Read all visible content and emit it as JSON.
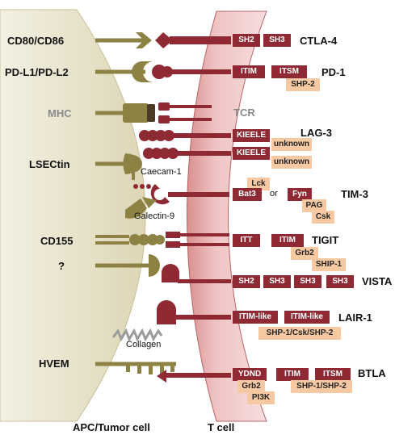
{
  "apc_label": "APC/Tumor cell",
  "tcell_label": "T cell",
  "ligands": [
    "CD80/CD86",
    "PD-L1/PD-L2",
    "MHC",
    "LSECtin",
    "CD155",
    "?",
    "HVEM"
  ],
  "receptors": [
    "CTLA-4",
    "PD-1",
    "TCR",
    "LAG-3",
    "TIM-3",
    "TIGIT",
    "VISTA",
    "LAIR-1",
    "BTLA"
  ],
  "connectors": {
    "or": "or"
  },
  "molecules": {
    "caecam1": "Caecam-1",
    "galectin9": "Galectin-9",
    "collagen": "Collagen"
  },
  "motifs": {
    "ctla4": [
      "SH2",
      "SH3"
    ],
    "pd1": [
      "ITIM",
      "ITSM"
    ],
    "pd1_partner": "SHP-2",
    "lag3a": "KIEELE",
    "lag3a_partner": "unknown",
    "lag3b": "KIEELE",
    "lag3b_partner": "unknown",
    "tim3_lck": "Lck",
    "tim3_bat3": "Bat3",
    "tim3_fyn": "Fyn",
    "tim3_pag": "PAG",
    "tim3_csk": "Csk",
    "tigit": [
      "ITT",
      "ITIM"
    ],
    "tigit_partners": [
      "Grb2",
      "SHIP-1"
    ],
    "vista": [
      "SH2",
      "SH3",
      "SH3",
      "SH3"
    ],
    "lair1": [
      "ITIM-like",
      "ITIM-like"
    ],
    "lair1_partner": "SHP-1/Csk/SHP-2",
    "btla": [
      "YDND",
      "ITIM",
      "ITSM"
    ],
    "btla_partners": [
      "Grb2",
      "PI3K"
    ],
    "btla_partner2": "SHP-1/SHP-2"
  },
  "colors": {
    "apc": "#e8e3cc",
    "tcell": "#eab4b4",
    "ligand": "#8c8243",
    "receptor": "#8f2a34",
    "motif": "#8f2a34",
    "partner": "#f7c9a3"
  }
}
